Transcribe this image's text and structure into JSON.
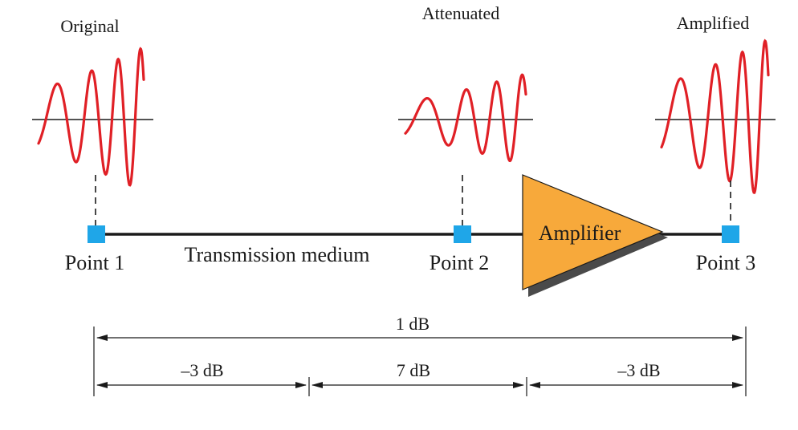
{
  "signals": {
    "original": {
      "label": "Original",
      "color": "#e02026"
    },
    "attenuated": {
      "label": "Attenuated",
      "color": "#e02026"
    },
    "amplified": {
      "label": "Amplified",
      "color": "#e02026"
    }
  },
  "points": [
    {
      "label": "Point 1"
    },
    {
      "label": "Point 2"
    },
    {
      "label": "Point 3"
    }
  ],
  "medium_label": "Transmission medium",
  "amplifier": {
    "label": "Amplifier",
    "fill": "#f7a93b",
    "shadow": "#4a4a4a"
  },
  "point_color": "#1fa6e8",
  "measurements": {
    "total": "1 dB",
    "segments": [
      "–3 dB",
      "7 dB",
      "–3 dB"
    ]
  }
}
